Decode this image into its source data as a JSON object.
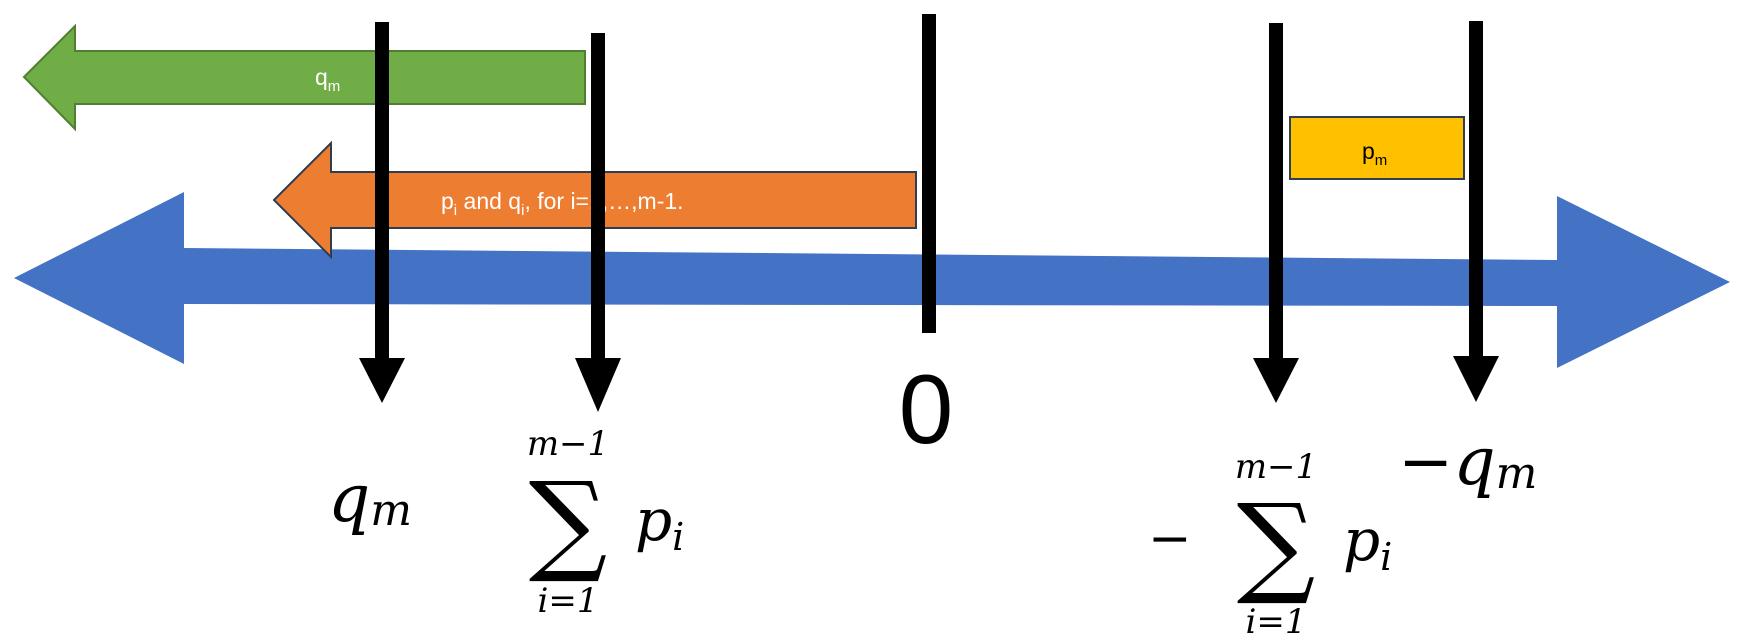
{
  "colors": {
    "axis": "#4472c4",
    "green": "#70ad47",
    "green_border": "#507e32",
    "orange": "#ed7d31",
    "orange_border": "#2f3d4f",
    "yellow": "#ffc000",
    "yellow_border": "#2f3d4f",
    "marker": "#000000",
    "box_text_light": "#ffffff",
    "box_text_dark": "#000000"
  },
  "boxes": {
    "green": {
      "main": "q",
      "sub": "m"
    },
    "orange": {
      "p": "p",
      "p_sub": "i",
      "mid": " and q",
      "q_sub": "i",
      "rest": ", for  i=1,…,m-1."
    },
    "yellow": {
      "main": "p",
      "sub": "m"
    }
  },
  "labels": {
    "qm": {
      "q": "q",
      "m": "m"
    },
    "sum_left": {
      "upper": "m−1",
      "sigma": "∑",
      "lower": "i=1",
      "p": "p",
      "i": "i"
    },
    "zero": "0",
    "sum_right": {
      "minus": "−",
      "upper": "m−1",
      "sigma": "∑",
      "lower": "i=1",
      "p": "p",
      "i": "i"
    },
    "neg_qm": {
      "minus": "−",
      "q": "q",
      "m": "m"
    }
  }
}
